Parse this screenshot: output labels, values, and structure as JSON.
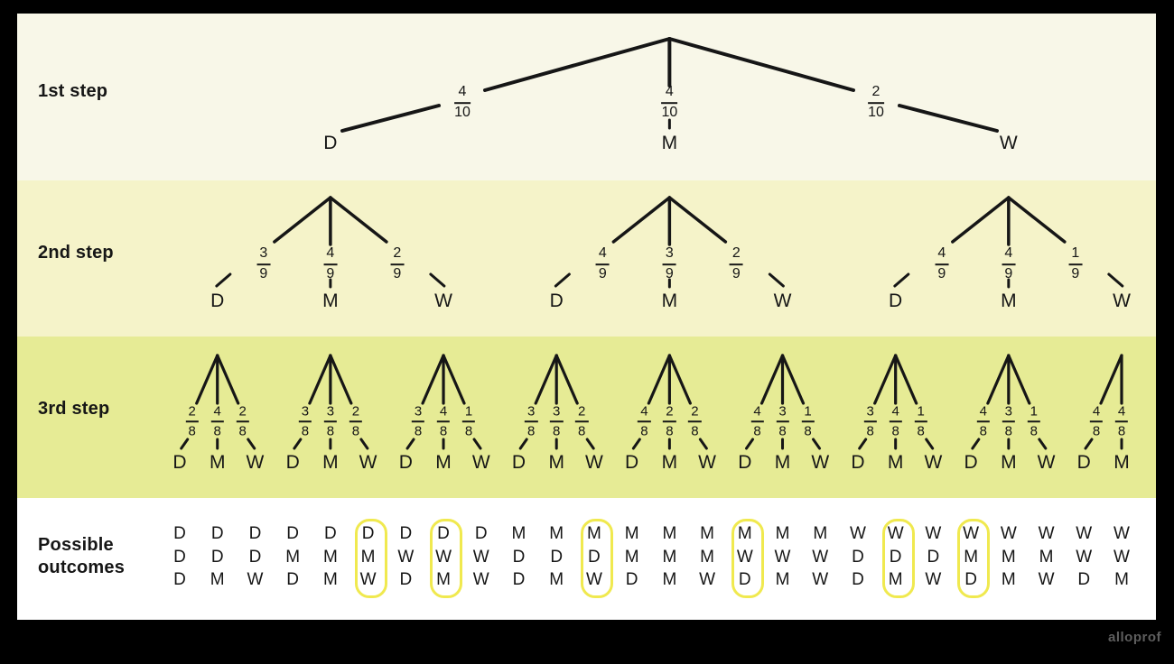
{
  "rows": {
    "step1": {
      "label": "1st step"
    },
    "step2": {
      "label": "2nd step"
    },
    "step3": {
      "label": "3rd step"
    },
    "outcomes": {
      "label": "Possible outcomes"
    }
  },
  "tree1": {
    "branches": [
      {
        "fraction": {
          "num": "4",
          "den": "10"
        },
        "letter": "D"
      },
      {
        "fraction": {
          "num": "4",
          "den": "10"
        },
        "letter": "M"
      },
      {
        "fraction": {
          "num": "2",
          "den": "10"
        },
        "letter": "W"
      }
    ]
  },
  "tree2": {
    "subtrees": [
      {
        "branches": [
          {
            "fraction": {
              "num": "3",
              "den": "9"
            },
            "letter": "D"
          },
          {
            "fraction": {
              "num": "4",
              "den": "9"
            },
            "letter": "M"
          },
          {
            "fraction": {
              "num": "2",
              "den": "9"
            },
            "letter": "W"
          }
        ]
      },
      {
        "branches": [
          {
            "fraction": {
              "num": "4",
              "den": "9"
            },
            "letter": "D"
          },
          {
            "fraction": {
              "num": "3",
              "den": "9"
            },
            "letter": "M"
          },
          {
            "fraction": {
              "num": "2",
              "den": "9"
            },
            "letter": "W"
          }
        ]
      },
      {
        "branches": [
          {
            "fraction": {
              "num": "4",
              "den": "9"
            },
            "letter": "D"
          },
          {
            "fraction": {
              "num": "4",
              "den": "9"
            },
            "letter": "M"
          },
          {
            "fraction": {
              "num": "1",
              "den": "9"
            },
            "letter": "W"
          }
        ]
      }
    ]
  },
  "tree3": {
    "subtrees": [
      {
        "branches": [
          {
            "fraction": {
              "num": "2",
              "den": "8"
            },
            "letter": "D"
          },
          {
            "fraction": {
              "num": "4",
              "den": "8"
            },
            "letter": "M"
          },
          {
            "fraction": {
              "num": "2",
              "den": "8"
            },
            "letter": "W"
          }
        ]
      },
      {
        "branches": [
          {
            "fraction": {
              "num": "3",
              "den": "8"
            },
            "letter": "D"
          },
          {
            "fraction": {
              "num": "3",
              "den": "8"
            },
            "letter": "M"
          },
          {
            "fraction": {
              "num": "2",
              "den": "8"
            },
            "letter": "W"
          }
        ]
      },
      {
        "branches": [
          {
            "fraction": {
              "num": "3",
              "den": "8"
            },
            "letter": "D"
          },
          {
            "fraction": {
              "num": "4",
              "den": "8"
            },
            "letter": "M"
          },
          {
            "fraction": {
              "num": "1",
              "den": "8"
            },
            "letter": "W"
          }
        ]
      },
      {
        "branches": [
          {
            "fraction": {
              "num": "3",
              "den": "8"
            },
            "letter": "D"
          },
          {
            "fraction": {
              "num": "3",
              "den": "8"
            },
            "letter": "M"
          },
          {
            "fraction": {
              "num": "2",
              "den": "8"
            },
            "letter": "W"
          }
        ]
      },
      {
        "branches": [
          {
            "fraction": {
              "num": "4",
              "den": "8"
            },
            "letter": "D"
          },
          {
            "fraction": {
              "num": "2",
              "den": "8"
            },
            "letter": "M"
          },
          {
            "fraction": {
              "num": "2",
              "den": "8"
            },
            "letter": "W"
          }
        ]
      },
      {
        "branches": [
          {
            "fraction": {
              "num": "4",
              "den": "8"
            },
            "letter": "D"
          },
          {
            "fraction": {
              "num": "3",
              "den": "8"
            },
            "letter": "M"
          },
          {
            "fraction": {
              "num": "1",
              "den": "8"
            },
            "letter": "W"
          }
        ]
      },
      {
        "branches": [
          {
            "fraction": {
              "num": "3",
              "den": "8"
            },
            "letter": "D"
          },
          {
            "fraction": {
              "num": "4",
              "den": "8"
            },
            "letter": "M"
          },
          {
            "fraction": {
              "num": "1",
              "den": "8"
            },
            "letter": "W"
          }
        ]
      },
      {
        "branches": [
          {
            "fraction": {
              "num": "4",
              "den": "8"
            },
            "letter": "D"
          },
          {
            "fraction": {
              "num": "3",
              "den": "8"
            },
            "letter": "M"
          },
          {
            "fraction": {
              "num": "1",
              "den": "8"
            },
            "letter": "W"
          }
        ]
      },
      {
        "branches": [
          {
            "fraction": {
              "num": "4",
              "den": "8"
            },
            "letter": "D"
          },
          {
            "fraction": {
              "num": "4",
              "den": "8"
            },
            "letter": "M"
          }
        ]
      }
    ]
  },
  "outcomes": {
    "columns": [
      {
        "letters": [
          "D",
          "D",
          "D"
        ],
        "circled": false
      },
      {
        "letters": [
          "D",
          "D",
          "M"
        ],
        "circled": false
      },
      {
        "letters": [
          "D",
          "D",
          "W"
        ],
        "circled": false
      },
      {
        "letters": [
          "D",
          "M",
          "D"
        ],
        "circled": false
      },
      {
        "letters": [
          "D",
          "M",
          "M"
        ],
        "circled": false
      },
      {
        "letters": [
          "D",
          "M",
          "W"
        ],
        "circled": true
      },
      {
        "letters": [
          "D",
          "W",
          "D"
        ],
        "circled": false
      },
      {
        "letters": [
          "D",
          "W",
          "M"
        ],
        "circled": true
      },
      {
        "letters": [
          "D",
          "W",
          "W"
        ],
        "circled": false
      },
      {
        "letters": [
          "M",
          "D",
          "D"
        ],
        "circled": false
      },
      {
        "letters": [
          "M",
          "D",
          "M"
        ],
        "circled": false
      },
      {
        "letters": [
          "M",
          "D",
          "W"
        ],
        "circled": true
      },
      {
        "letters": [
          "M",
          "M",
          "D"
        ],
        "circled": false
      },
      {
        "letters": [
          "M",
          "M",
          "M"
        ],
        "circled": false
      },
      {
        "letters": [
          "M",
          "M",
          "W"
        ],
        "circled": false
      },
      {
        "letters": [
          "M",
          "W",
          "D"
        ],
        "circled": true
      },
      {
        "letters": [
          "M",
          "W",
          "M"
        ],
        "circled": false
      },
      {
        "letters": [
          "M",
          "W",
          "W"
        ],
        "circled": false
      },
      {
        "letters": [
          "W",
          "D",
          "D"
        ],
        "circled": false
      },
      {
        "letters": [
          "W",
          "D",
          "M"
        ],
        "circled": true
      },
      {
        "letters": [
          "W",
          "D",
          "W"
        ],
        "circled": false
      },
      {
        "letters": [
          "W",
          "M",
          "D"
        ],
        "circled": true
      },
      {
        "letters": [
          "W",
          "M",
          "M"
        ],
        "circled": false
      },
      {
        "letters": [
          "W",
          "M",
          "W"
        ],
        "circled": false
      },
      {
        "letters": [
          "W",
          "W",
          "D"
        ],
        "circled": false
      },
      {
        "letters": [
          "W",
          "W",
          "M"
        ],
        "circled": false
      }
    ]
  },
  "watermark": "alloprof",
  "colors": {
    "background": "#000000",
    "row1_bg": "#f8f7e8",
    "row2_bg": "#f5f3c9",
    "row3_bg": "#e6eb95",
    "row4_bg": "#ffffff",
    "line": "#161616",
    "highlight": "#f0e94f"
  }
}
